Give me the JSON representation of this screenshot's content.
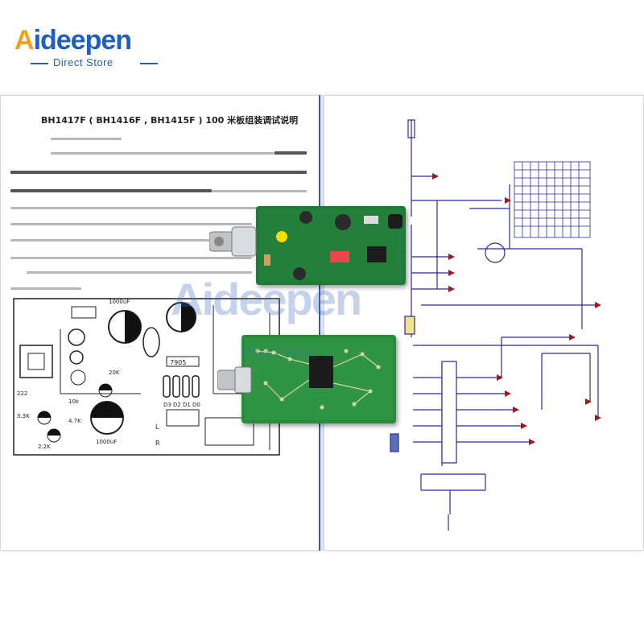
{
  "brand": {
    "name_first": "A",
    "name_rest": "ideepen",
    "subtitle": "Direct Store",
    "primary_color": "#1f5fbf",
    "accent_color": "#f0a020"
  },
  "document": {
    "title": "BH1417F ( BH1416F , BH1415F ) 100 米板组装调试说明"
  },
  "watermark": {
    "name": "Aideepen",
    "subtitle": "Direct Store"
  },
  "layout_diagram_labels": {
    "ic_7905": "7905",
    "pins": [
      "D3",
      "D2",
      "D1",
      "D0"
    ],
    "r_20k": "20K",
    "c_1000uf": "1000uF",
    "c_1000uf_b": "1000uF",
    "r_222": "222",
    "r_33k": "3.3K",
    "r_10k": "10k",
    "r_47k": "4.7K",
    "r_22k": "2.2K",
    "left_in": "L",
    "right_in": "R"
  }
}
